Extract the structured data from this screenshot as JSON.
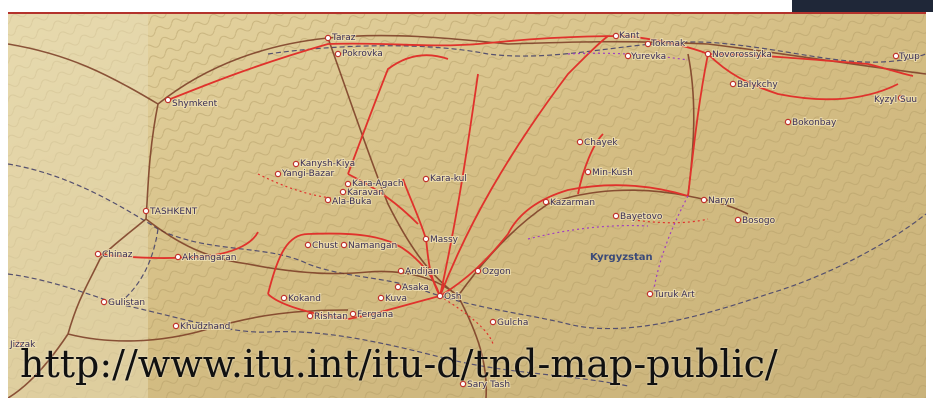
{
  "caption": {
    "url": "http://www.itu.int/itu-d/tnd-map-public/"
  },
  "colors": {
    "terrain": "#d9c48c",
    "fiber_route": "#e0322c",
    "road": "#7a3b24",
    "border": "#55506e",
    "planned_link": "#a040c0"
  },
  "labels": {
    "country": "Kyrgyzstan",
    "cities": [
      "Taraz",
      "Pokrovka",
      "Shymkent",
      "Kant",
      "Tokmak",
      "Yurevka",
      "Novorossiyka",
      "Tyup",
      "Balykchy",
      "Kyzyl Suu",
      "Bokonbay",
      "Kanysh-Kiya",
      "Yangi-Bazar",
      "Kara-Agach",
      "Karavan",
      "Ala-Buka",
      "Kara-kul",
      "Chayek",
      "Min-Kush",
      "Naryn",
      "Kazarman",
      "Bayetovo",
      "Bosogo",
      "TASHKENT",
      "Chinaz",
      "Akhangaran",
      "Chust",
      "Namangan",
      "Massy",
      "Andijan",
      "Ozgon",
      "Turuk Art",
      "Gulistan",
      "Kokand",
      "Rishtan",
      "Fergana",
      "Kuva",
      "Asaka",
      "Osh",
      "Gulcha",
      "Khudzhand",
      "Jizzak",
      "Sary Tash"
    ]
  }
}
